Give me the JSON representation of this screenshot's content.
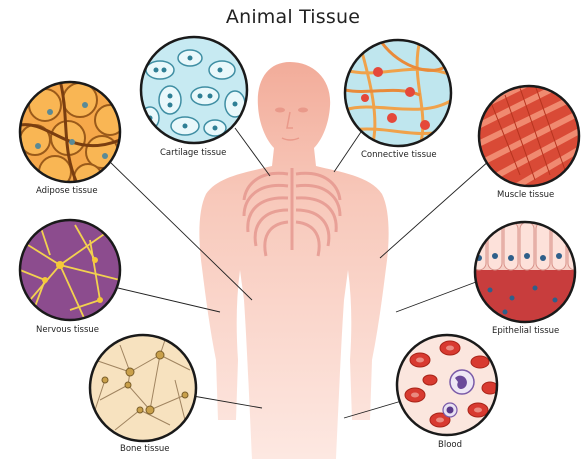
{
  "title": "Animal Tissue",
  "colors": {
    "body_skin": "#f4b1a0",
    "body_fill": "#fbd8cc",
    "rib_stroke": "#e3928a",
    "circle_border": "#1a1a1a",
    "leader_line": "#222222"
  },
  "tissues": [
    {
      "id": "adipose",
      "label": "Adipose tissue",
      "icon": "adipose-cells-icon"
    },
    {
      "id": "cartilage",
      "label": "Cartilage tissue",
      "icon": "cartilage-cells-icon"
    },
    {
      "id": "connective",
      "label": "Connective tissue",
      "icon": "connective-fibers-icon"
    },
    {
      "id": "muscle",
      "label": "Muscle tissue",
      "icon": "muscle-fibers-icon"
    },
    {
      "id": "nervous",
      "label": "Nervous tissue",
      "icon": "neuron-network-icon"
    },
    {
      "id": "epithelial",
      "label": "Epithelial tissue",
      "icon": "epithelial-cells-icon"
    },
    {
      "id": "bone",
      "label": "Bone tissue",
      "icon": "bone-matrix-icon"
    },
    {
      "id": "blood",
      "label": "Blood",
      "icon": "blood-cells-icon"
    }
  ]
}
